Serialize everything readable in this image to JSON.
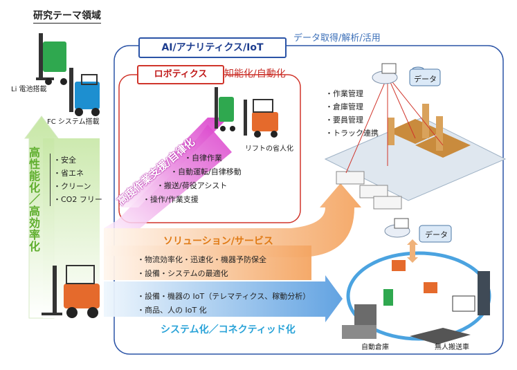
{
  "section_title": "研究テーマ領域",
  "top_left": {
    "li_label": "Li 電池搭載",
    "fc_label": "FC システム搭載"
  },
  "vertical_label": "高性能化／高効率化",
  "benefits": [
    "安全",
    "省エネ",
    "クリーン",
    "CO2 フリー"
  ],
  "ai_box": "AI/アナリティクス/IoT",
  "data_tag": "データ取得/解析/活用",
  "robotics_box": "ロボティクス",
  "robotics_tag": "知能化/自動化",
  "lift_label": "リフトの省人化",
  "diagonal_label": "高度作業支援/自律化",
  "robotics_items": [
    "自律作業",
    "自動運転/自律移動",
    "搬送/荷役アシスト",
    "操作/作業支援"
  ],
  "data_label_1": "データ",
  "data_label_2": "データ",
  "management_items": [
    "作業管理",
    "倉庫管理",
    "要員管理",
    "トラック連携"
  ],
  "solution_label": "ソリューション/サービス",
  "solution_items": [
    "物流効率化・迅速化・機器予防保全",
    "設備・システムの最適化"
  ],
  "iot_items": [
    "設備・機器の IoT（テレマティクス、稼動分析）",
    "商品、人の IoT 化"
  ],
  "system_label": "システム化／コネクティッド化",
  "auto_warehouse": "自動倉庫",
  "agv_label": "無人搬送車",
  "colors": {
    "accent_blue": "#2a53a6",
    "accent_red": "#d0342a",
    "orange": "#e07a14",
    "magenta": "#d834c8",
    "green": "#5fae2e"
  }
}
